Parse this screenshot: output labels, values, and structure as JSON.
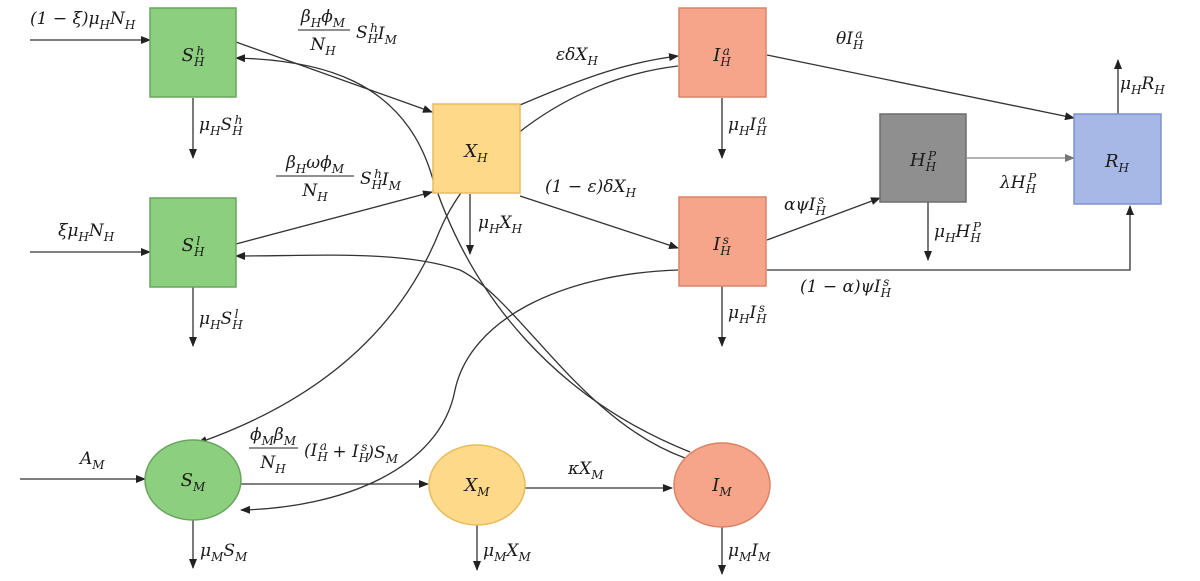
{
  "colors": {
    "green_fill": "#8ccf7f",
    "green_stroke": "#6aa55e",
    "yellow_fill": "#ffd98a",
    "yellow_stroke": "#e8bc5a",
    "orange_fill": "#f6a48a",
    "orange_stroke": "#d98466",
    "gray_fill": "#8f8f8f",
    "gray_stroke": "#6d6d6d",
    "blue_fill": "#a7b7e6",
    "blue_stroke": "#7f93cc"
  },
  "nodes": [
    {
      "id": "SH_h",
      "shape": "rect",
      "color": "green",
      "main": "S",
      "sub": "H",
      "sup": "h"
    },
    {
      "id": "SH_l",
      "shape": "rect",
      "color": "green",
      "main": "S",
      "sub": "H",
      "sup": "l"
    },
    {
      "id": "XH",
      "shape": "rect",
      "color": "yellow",
      "main": "X",
      "sub": "H",
      "sup": ""
    },
    {
      "id": "IH_a",
      "shape": "rect",
      "color": "orange",
      "main": "I",
      "sub": "H",
      "sup": "a"
    },
    {
      "id": "IH_s",
      "shape": "rect",
      "color": "orange",
      "main": "I",
      "sub": "H",
      "sup": "s"
    },
    {
      "id": "HH_p",
      "shape": "rect",
      "color": "gray",
      "main": "H",
      "sub": "H",
      "sup": "P"
    },
    {
      "id": "RH",
      "shape": "rect",
      "color": "blue",
      "main": "R",
      "sub": "H",
      "sup": ""
    },
    {
      "id": "SM",
      "shape": "ellipse",
      "color": "green",
      "main": "S",
      "sub": "M",
      "sup": ""
    },
    {
      "id": "XM",
      "shape": "ellipse",
      "color": "yellow",
      "main": "X",
      "sub": "M",
      "sup": ""
    },
    {
      "id": "IM",
      "shape": "ellipse",
      "color": "orange",
      "main": "I",
      "sub": "M",
      "sup": ""
    }
  ],
  "labels": {
    "recruit_h": [
      {
        "t": "(1 − ξ)μ"
      },
      {
        "t": "H",
        "k": "sub"
      },
      {
        "t": "N"
      },
      {
        "t": "H",
        "k": "sub"
      }
    ],
    "recruit_l": [
      {
        "t": "ξμ"
      },
      {
        "t": "H",
        "k": "sub"
      },
      {
        "t": "N"
      },
      {
        "t": "H",
        "k": "sub"
      }
    ],
    "recruit_m": [
      {
        "t": "A"
      },
      {
        "t": "M",
        "k": "sub"
      }
    ],
    "inf_h_num": [
      {
        "t": "β"
      },
      {
        "t": "H",
        "k": "sub"
      },
      {
        "t": "ϕ"
      },
      {
        "t": "M",
        "k": "sub"
      }
    ],
    "inf_h_den": [
      {
        "t": "N"
      },
      {
        "t": "H",
        "k": "sub"
      }
    ],
    "inf_h_rest": [
      {
        "t": "S"
      },
      {
        "t": "H",
        "k": "sub"
      },
      {
        "t": "h",
        "k": "sup"
      },
      {
        "t": "I"
      },
      {
        "t": "M",
        "k": "sub"
      }
    ],
    "inf_l_num": [
      {
        "t": "β"
      },
      {
        "t": "H",
        "k": "sub"
      },
      {
        "t": "ωϕ"
      },
      {
        "t": "M",
        "k": "sub"
      }
    ],
    "inf_l_den": [
      {
        "t": "N"
      },
      {
        "t": "H",
        "k": "sub"
      }
    ],
    "inf_l_rest": [
      {
        "t": "S"
      },
      {
        "t": "H",
        "k": "sub"
      },
      {
        "t": "h",
        "k": "sup"
      },
      {
        "t": "I"
      },
      {
        "t": "M",
        "k": "sub"
      }
    ],
    "inf_m_num": [
      {
        "t": "ϕ"
      },
      {
        "t": "M",
        "k": "sub"
      },
      {
        "t": "β"
      },
      {
        "t": "M",
        "k": "sub"
      }
    ],
    "inf_m_den": [
      {
        "t": "N"
      },
      {
        "t": "H",
        "k": "sub"
      }
    ],
    "inf_m_rest": [
      {
        "t": "(I"
      },
      {
        "t": "H",
        "k": "sub"
      },
      {
        "t": "a",
        "k": "sup"
      },
      {
        "t": " + I"
      },
      {
        "t": "H",
        "k": "sub"
      },
      {
        "t": "s",
        "k": "sup"
      },
      {
        "t": ")S"
      },
      {
        "t": "M",
        "k": "sub"
      }
    ],
    "to_ia": [
      {
        "t": "εδX"
      },
      {
        "t": "H",
        "k": "sub"
      }
    ],
    "to_is": [
      {
        "t": "(1 − ε)δX"
      },
      {
        "t": "H",
        "k": "sub"
      }
    ],
    "ia_to_r": [
      {
        "t": "θI"
      },
      {
        "t": "H",
        "k": "sub"
      },
      {
        "t": "a",
        "k": "sup"
      }
    ],
    "is_to_h": [
      {
        "t": "αψI"
      },
      {
        "t": "H",
        "k": "sub"
      },
      {
        "t": "s",
        "k": "sup"
      }
    ],
    "h_to_r": [
      {
        "t": "λH"
      },
      {
        "t": "H",
        "k": "sub"
      },
      {
        "t": "P",
        "k": "sup"
      }
    ],
    "is_to_r": [
      {
        "t": "(1 − α)ψI"
      },
      {
        "t": "H",
        "k": "sub"
      },
      {
        "t": "s",
        "k": "sup"
      }
    ],
    "xm_to_im": [
      {
        "t": "κX"
      },
      {
        "t": "M",
        "k": "sub"
      }
    ],
    "d_sh": [
      {
        "t": "μ"
      },
      {
        "t": "H",
        "k": "sub"
      },
      {
        "t": "S"
      },
      {
        "t": "H",
        "k": "sub"
      },
      {
        "t": "h",
        "k": "sup"
      }
    ],
    "d_sl": [
      {
        "t": "μ"
      },
      {
        "t": "H",
        "k": "sub"
      },
      {
        "t": "S"
      },
      {
        "t": "H",
        "k": "sub"
      },
      {
        "t": "l",
        "k": "sup"
      }
    ],
    "d_xh": [
      {
        "t": "μ"
      },
      {
        "t": "H",
        "k": "sub"
      },
      {
        "t": "X"
      },
      {
        "t": "H",
        "k": "sub"
      }
    ],
    "d_ia": [
      {
        "t": "μ"
      },
      {
        "t": "H",
        "k": "sub"
      },
      {
        "t": "I"
      },
      {
        "t": "H",
        "k": "sub"
      },
      {
        "t": "a",
        "k": "sup"
      }
    ],
    "d_is": [
      {
        "t": "μ"
      },
      {
        "t": "H",
        "k": "sub"
      },
      {
        "t": "I"
      },
      {
        "t": "H",
        "k": "sub"
      },
      {
        "t": "s",
        "k": "sup"
      }
    ],
    "d_hp": [
      {
        "t": "μ"
      },
      {
        "t": "H",
        "k": "sub"
      },
      {
        "t": "H"
      },
      {
        "t": "H",
        "k": "sub"
      },
      {
        "t": "P",
        "k": "sup"
      }
    ],
    "d_r": [
      {
        "t": "μ"
      },
      {
        "t": "H",
        "k": "sub"
      },
      {
        "t": "R"
      },
      {
        "t": "H",
        "k": "sub"
      }
    ],
    "d_sm": [
      {
        "t": "μ"
      },
      {
        "t": "M",
        "k": "sub"
      },
      {
        "t": "S"
      },
      {
        "t": "M",
        "k": "sub"
      }
    ],
    "d_xm": [
      {
        "t": "μ"
      },
      {
        "t": "M",
        "k": "sub"
      },
      {
        "t": "X"
      },
      {
        "t": "M",
        "k": "sub"
      }
    ],
    "d_im": [
      {
        "t": "μ"
      },
      {
        "t": "M",
        "k": "sub"
      },
      {
        "t": "I"
      },
      {
        "t": "M",
        "k": "sub"
      }
    ]
  }
}
